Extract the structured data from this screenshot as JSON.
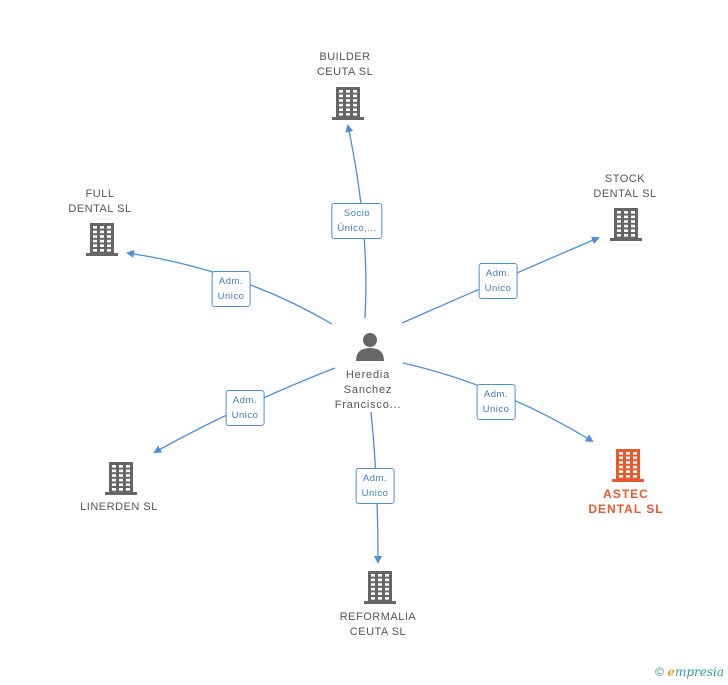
{
  "center": {
    "name_lines": [
      "Heredia",
      "Sanchez",
      "Francisco..."
    ],
    "icon": "person-icon"
  },
  "companies": [
    {
      "id": "builder",
      "lines": [
        "BUILDER",
        "CEUTA SL"
      ],
      "highlight": false
    },
    {
      "id": "stock",
      "lines": [
        "STOCK",
        "DENTAL SL"
      ],
      "highlight": false
    },
    {
      "id": "full",
      "lines": [
        "FULL",
        "DENTAL SL"
      ],
      "highlight": false
    },
    {
      "id": "linerden",
      "lines": [
        "LINERDEN SL"
      ],
      "highlight": false
    },
    {
      "id": "reformalia",
      "lines": [
        "REFORMALIA",
        "CEUTA SL"
      ],
      "highlight": false
    },
    {
      "id": "astec",
      "lines": [
        "ASTEC",
        "DENTAL SL"
      ],
      "highlight": true
    }
  ],
  "relations": [
    {
      "to": "builder",
      "lines": [
        "Socio",
        "Único,..."
      ]
    },
    {
      "to": "stock",
      "lines": [
        "Adm.",
        "Unico"
      ]
    },
    {
      "to": "full",
      "lines": [
        "Adm.",
        "Unico"
      ]
    },
    {
      "to": "linerden",
      "lines": [
        "Adm.",
        "Unico"
      ]
    },
    {
      "to": "reformalia",
      "lines": [
        "Adm.",
        "Unico"
      ]
    },
    {
      "to": "astec",
      "lines": [
        "Adm.",
        "Unico"
      ]
    }
  ],
  "colors": {
    "edge": "#4a90d9",
    "building": "#666666",
    "building_highlight": "#e8592e",
    "person": "#666666"
  },
  "footer": {
    "copyright": "©",
    "brand_e": "e",
    "brand_rest": "mpresia"
  }
}
